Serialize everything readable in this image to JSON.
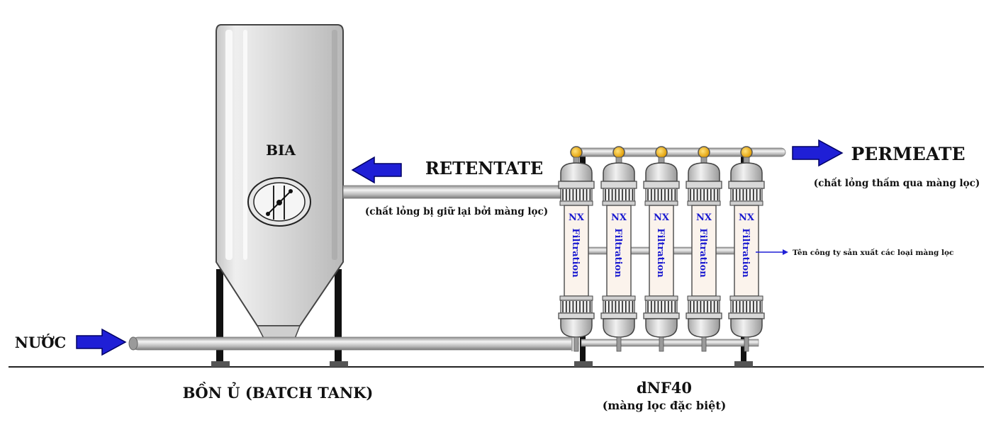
{
  "labels": {
    "tank_content": "BIA",
    "retentate": "RETENTATE",
    "retentate_note": "(chất lỏng bị giữ lại bởi màng lọc)",
    "permeate": "PERMEATE",
    "permeate_note": "(chất lỏng thấm qua màng lọc)",
    "water": "NƯỚC",
    "tank_name": "BỒN Ủ (BATCH TANK)",
    "unit_name": "dNF40",
    "unit_note": "(màng lọc đặc biệt)",
    "company_note": "Tên công ty sản xuất các loại màng lọc"
  },
  "filters": [
    {
      "brand": "NX",
      "text": "Filtration"
    },
    {
      "brand": "NX",
      "text": "Filtration"
    },
    {
      "brand": "NX",
      "text": "Filtration"
    },
    {
      "brand": "NX",
      "text": "Filtration"
    },
    {
      "brand": "NX",
      "text": "Filtration"
    }
  ],
  "colors": {
    "arrow": "#1f1fd6",
    "filter_text": "#1a1ad0",
    "pipe": "#c8c8c8",
    "tank": "#d7d7d7",
    "valve": "#f2b21a"
  }
}
